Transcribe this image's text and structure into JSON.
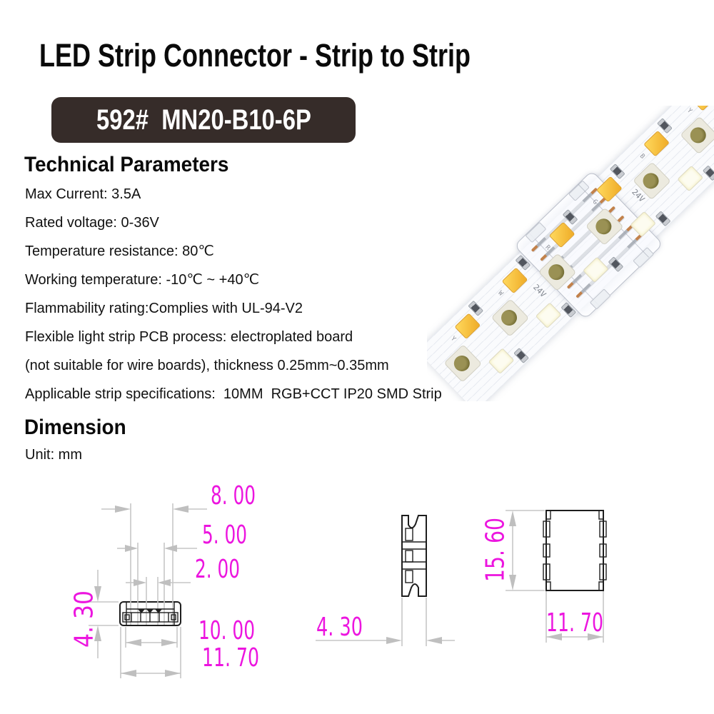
{
  "page_title": "LED Strip Connector - Strip to Strip",
  "model_badge": {
    "label": "592#  MN20-B10-6P",
    "bg_color": "#362c29",
    "text_color": "#ffffff"
  },
  "technical_parameters": {
    "heading": "Technical Parameters",
    "specs": [
      "Max Current: 3.5A",
      "Rated voltage: 0-36V",
      "Temperature resistance: 80℃",
      "Working temperature: -10℃ ~ +40℃",
      "Flammability rating:Complies with UL-94-V2",
      "Flexible light strip PCB process: electroplated board",
      "(not suitable for wire boards), thickness 0.25mm~0.35mm",
      "Applicable strip specifications:  10MM  RGB+CCT IP20 SMD Strip"
    ]
  },
  "dimension_section": {
    "heading": "Dimension",
    "unit": "Unit: mm",
    "front_view": {
      "pin_pitch_outer": "8. 00",
      "pin_pitch_mid": "5. 00",
      "pin_pitch_inner": "2. 00",
      "height": "4. 30",
      "inner_width": "10. 00",
      "overall_width": "11. 70"
    },
    "side_view": {
      "depth": "4. 30"
    },
    "top_view": {
      "length": "15. 60",
      "width": "11. 70"
    }
  },
  "colors": {
    "dimension_text": "#EC15DF",
    "dimension_lines": "#C6C6C6",
    "badge_bg": "#362C29"
  },
  "photo": {
    "pcb_labels": [
      "24V",
      "Y",
      "W",
      "R",
      "G",
      "B"
    ]
  }
}
